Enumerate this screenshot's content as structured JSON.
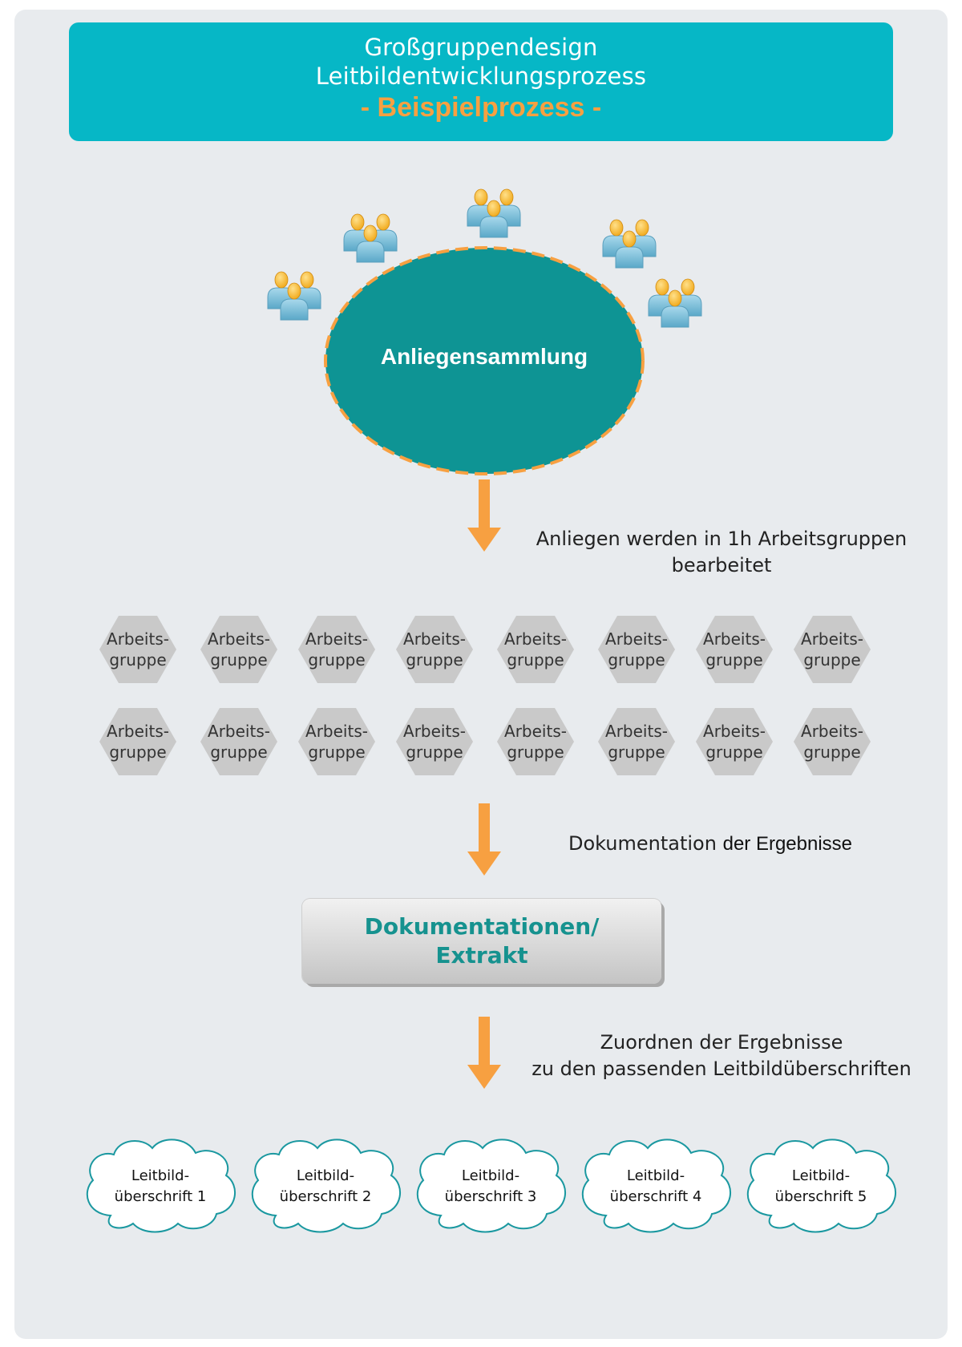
{
  "title": {
    "line1": "Großgruppendesign",
    "line2": "Leitbildentwicklungsprozess",
    "line3": "- Beispielprozess -"
  },
  "center_node": {
    "label": "Anliegensammlung"
  },
  "steps": {
    "step1": {
      "line1": "Anliegen werden in 1h Arbeitsgruppen",
      "line2": "bearbeitet"
    },
    "step2": {
      "part1": "Dokumentation",
      "part2": "der Ergebnisse"
    },
    "step3": {
      "line1": "Zuordnen der Ergebnisse",
      "line2": "zu den passenden Leitbildüberschriften"
    }
  },
  "work_group": {
    "line1": "Arbeits-",
    "line2": "gruppe"
  },
  "doc_box": {
    "line1": "Dokumentationen/",
    "line2": "Extrakt"
  },
  "clouds": [
    {
      "line1": "Leitbild-",
      "line2": "überschrift 1"
    },
    {
      "line1": "Leitbild-",
      "line2": "überschrift 2"
    },
    {
      "line1": "Leitbild-",
      "line2": "überschrift 3"
    },
    {
      "line1": "Leitbild-",
      "line2": "überschrift 4"
    },
    {
      "line1": "Leitbild-",
      "line2": "überschrift 5"
    }
  ],
  "icons": {
    "people": "people-group-icon",
    "arrow": "arrow-down-icon",
    "hexagon": "hexagon-shape",
    "cloud": "cloud-shape"
  },
  "colors": {
    "teal_header": "#06b7c6",
    "teal_ellipse": "#0e9494",
    "orange": "#f7a041",
    "hex_gray": "#c9c9c9",
    "cloud_stroke": "#1a98a0",
    "doc_text": "#16928f"
  }
}
